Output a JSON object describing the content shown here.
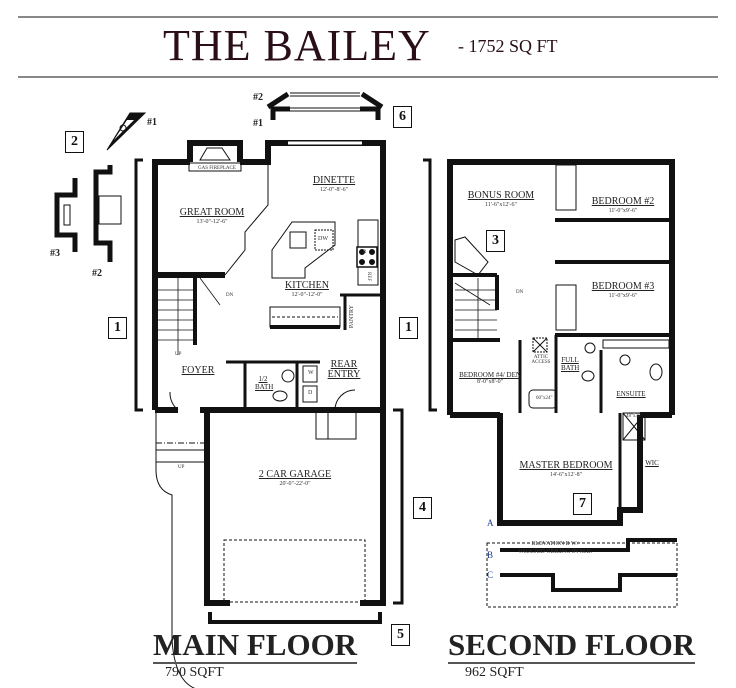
{
  "header": {
    "title": "THE BAILEY",
    "subtitle": "- 1752 SQ FT"
  },
  "main_floor": {
    "title": "MAIN FLOOR",
    "area": "790 SQFT",
    "rooms": [
      {
        "name": "GREAT ROOM",
        "dims": "13'-0\"-12'-6\""
      },
      {
        "name": "DINETTE",
        "dims": "12'-0\"-8'-6\""
      },
      {
        "name": "KITCHEN",
        "dims": "12'-0\"-12'-0\""
      },
      {
        "name": "FOYER"
      },
      {
        "name": "REAR ENTRY"
      },
      {
        "name": "1/2 BATH"
      },
      {
        "name": "2 CAR GARAGE",
        "dims": "20'-0\"-22'-0\""
      }
    ],
    "fixtures": {
      "fireplace": "GAS FIREPLACE",
      "dw": "DW",
      "pantry": "PANTRY",
      "washer": "W",
      "dryer": "D",
      "up": "UP",
      "dn": "DN",
      "up2": "UP",
      "range": "R",
      "fridge": "REF"
    },
    "options": {
      "opt1": "#1",
      "opt2": "#2",
      "opt3": "#3",
      "opt2b": "#2",
      "bay1": "#1",
      "bay2": "#2"
    },
    "callouts": [
      "1",
      "2",
      "4",
      "5",
      "6"
    ]
  },
  "second_floor": {
    "title": "SECOND FLOOR",
    "area": "962 SQFT",
    "rooms": [
      {
        "name": "BONUS ROOM",
        "dims": "11'-6\"x12'-6\""
      },
      {
        "name": "BEDROOM #2",
        "dims": "11'-0\"x9'-6\""
      },
      {
        "name": "BEDROOM #3",
        "dims": "11'-0\"x9'-6\""
      },
      {
        "name": "BEDROOM #4/ DEN",
        "dims": "8'-0\"x8'-0\""
      },
      {
        "name": "FULL BATH"
      },
      {
        "name": "ENSUITE"
      },
      {
        "name": "WIC"
      },
      {
        "name": "MASTER BEDROOM",
        "dims": "14'-6\"x12'-8\""
      }
    ],
    "fixtures": {
      "attic": "ATTIC ACCESS",
      "tub": "60\"x24\"",
      "shower": "48\"x36\"",
      "dn": "DN"
    },
    "elevation_note": [
      "ELEVATION B W/",
      "VAULTED CEILING IN M.B."
    ],
    "elevations": [
      "A",
      "B",
      "C"
    ],
    "callouts": [
      "1",
      "3",
      "7"
    ]
  },
  "colors": {
    "walls": "#111111",
    "title": "#2a0e1a",
    "elevation_letters": "#1a3a8a"
  }
}
